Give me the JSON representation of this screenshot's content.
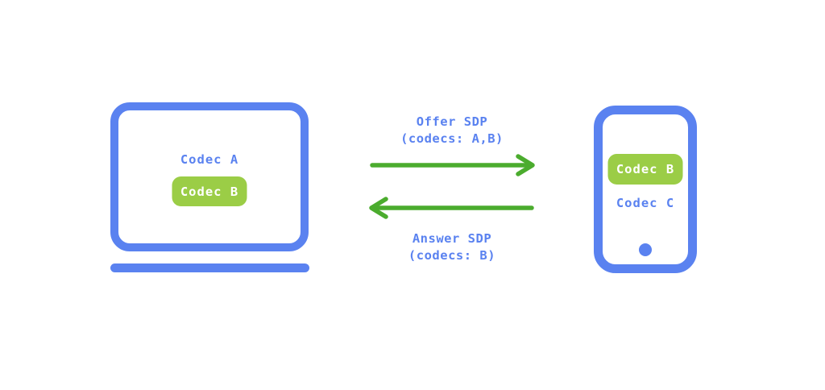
{
  "colors": {
    "blue": "#5A82F0",
    "badge_green": "#9BCD46",
    "arrow_green": "#4BAC2E",
    "badge_text": "#FFFFFF",
    "background": "#FFFFFF"
  },
  "laptop": {
    "codec_label": "Codec A",
    "badge_label": "Codec B"
  },
  "phone": {
    "badge_label": "Codec B",
    "codec_label": "Codec C"
  },
  "offer": {
    "line1": "Offer SDP",
    "line2": "(codecs: A,B)"
  },
  "answer": {
    "line1": "Answer SDP",
    "line2": "(codecs: B)"
  }
}
